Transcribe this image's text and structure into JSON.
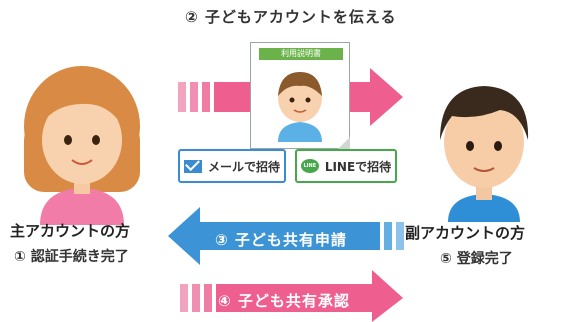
{
  "steps": {
    "send": "② 子どもアカウントを伝える",
    "request": "③ 子ども共有申請",
    "approve": "④ 子ども共有承認"
  },
  "main_account": {
    "label": "主アカウントの方",
    "step": "① 認証手続き完了"
  },
  "sub_account": {
    "label": "副アカウントの方",
    "step": "⑤ 登録完了"
  },
  "document": {
    "band": "利用説明書"
  },
  "invite": {
    "mail": "メールで招待",
    "line": "LINEで招待",
    "line_icon_text": "LINE"
  },
  "colors": {
    "pink_arrow": "#ee5f8f",
    "blue_arrow": "#3c93d6",
    "mail_border": "#3b8bd0",
    "line_border": "#46a84b",
    "doc_band": "#6bb24a"
  }
}
